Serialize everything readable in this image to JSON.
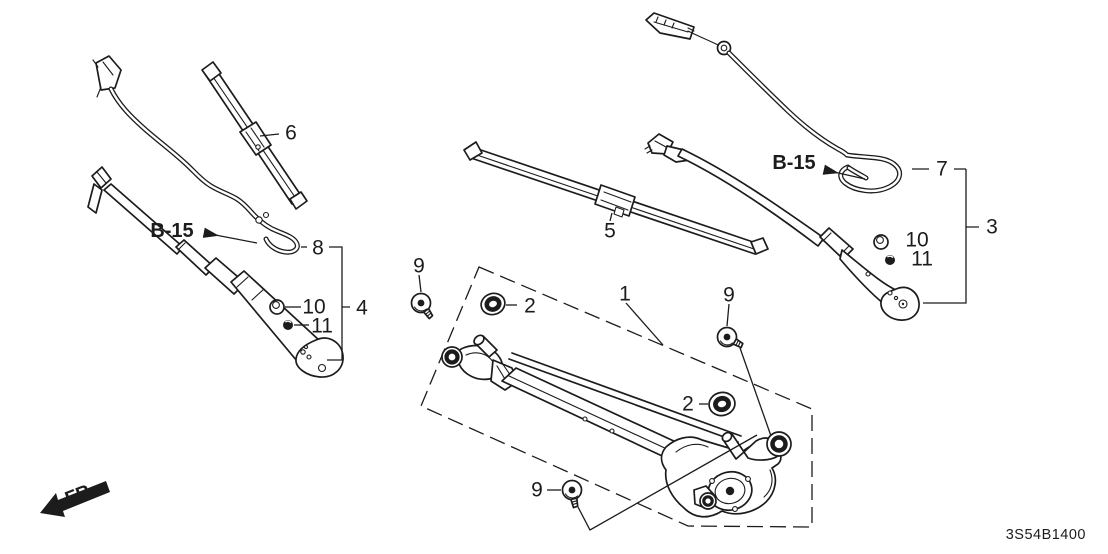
{
  "diagram": {
    "drawing_code": "3S54B1400",
    "front_marker": "FR.",
    "cross_references": {
      "left": "B-15",
      "right": "B-15"
    },
    "callouts": {
      "linkage_assembly": "1",
      "grommet_upper": "2",
      "grommet_lower": "2",
      "arm_passenger": "3",
      "arm_driver": "4",
      "blade_driver": "5",
      "blade_passenger": "6",
      "tube_passenger": "7",
      "tube_driver": "8",
      "bolt_upper_left": "9",
      "bolt_right": "9",
      "bolt_lower": "9",
      "cap_driver": "10",
      "cap_passenger": "10",
      "nut_driver": "11",
      "nut_passenger": "11"
    },
    "colors": {
      "ink": "#1c1c1c",
      "paper": "#ffffff"
    }
  }
}
